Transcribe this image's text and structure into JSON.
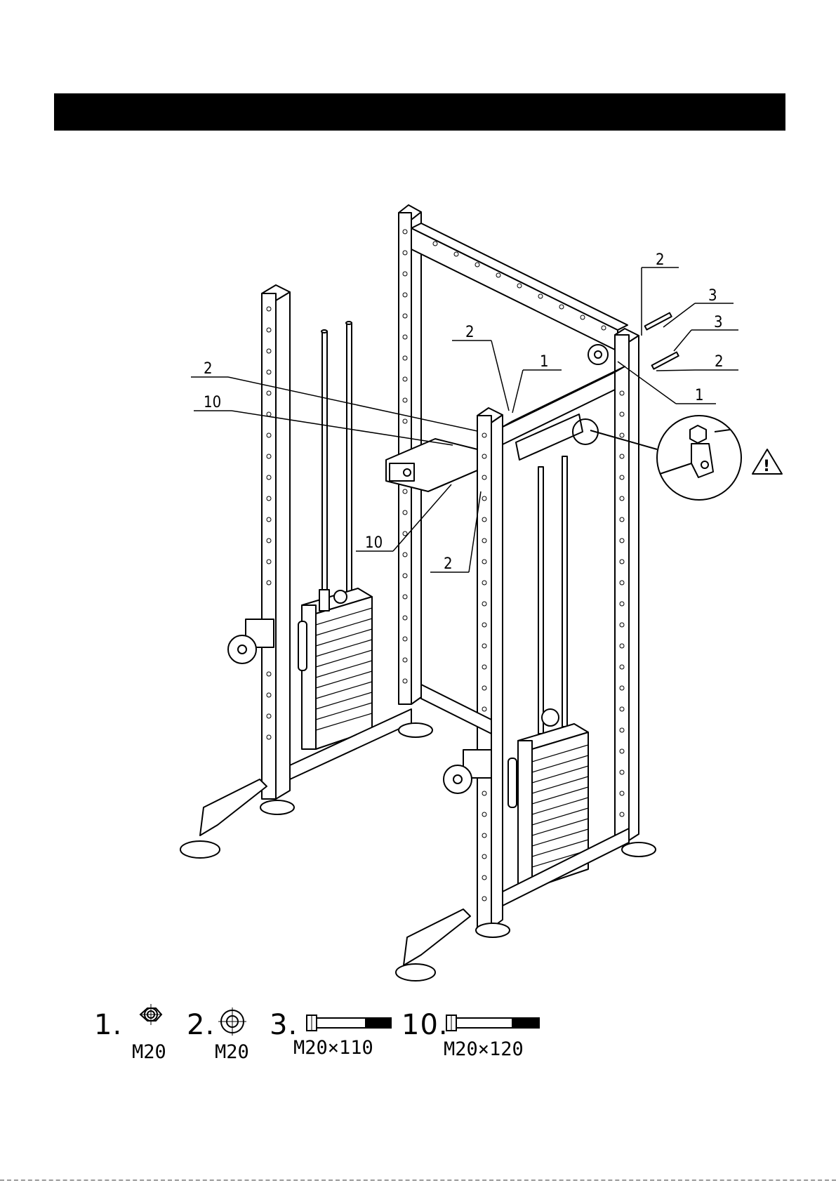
{
  "callouts": {
    "c2_top_right": "2",
    "c3_upper": "3",
    "c3_lower": "3",
    "c2_right": "2",
    "c1_right": "1",
    "c2_center": "2",
    "c1_center": "1",
    "c2_left": "2",
    "c10_left": "10",
    "c10_lower": "10",
    "c2_lower": "2"
  },
  "parts": [
    {
      "number": "1.",
      "spec": "M20",
      "icon": "hex-nut-icon"
    },
    {
      "number": "2.",
      "spec": "M20",
      "icon": "washer-icon"
    },
    {
      "number": "3.",
      "spec": "M20×110",
      "icon": "bolt-icon"
    },
    {
      "number": "10.",
      "spec": "M20×120",
      "icon": "bolt-icon"
    }
  ],
  "warning_symbol": "!",
  "colors": {
    "line": "#000000",
    "header": "#000000",
    "background": "#ffffff"
  }
}
